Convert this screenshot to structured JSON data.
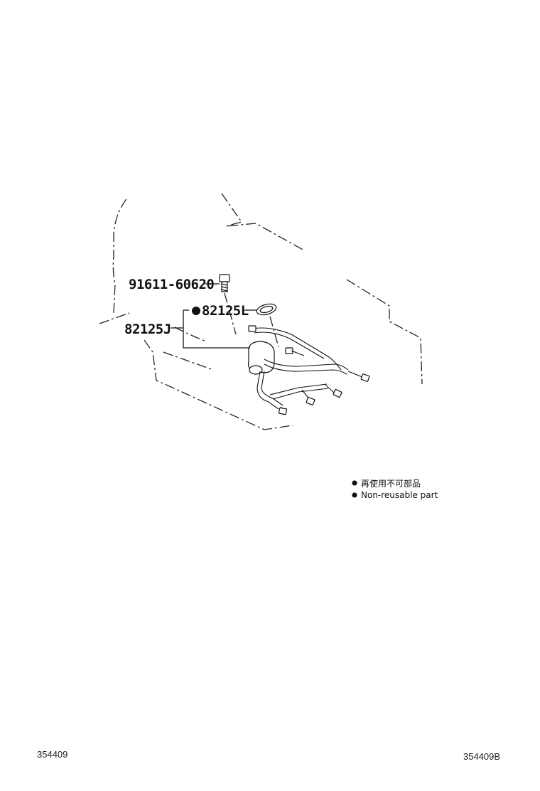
{
  "parts": {
    "bolt": "91611-60620",
    "gasket": "82125L",
    "harness": "82125J"
  },
  "legend": {
    "line1": "再使用不可部品",
    "line2": "Non-reusable part"
  },
  "footer": {
    "left": "354409",
    "right": "354409B"
  }
}
